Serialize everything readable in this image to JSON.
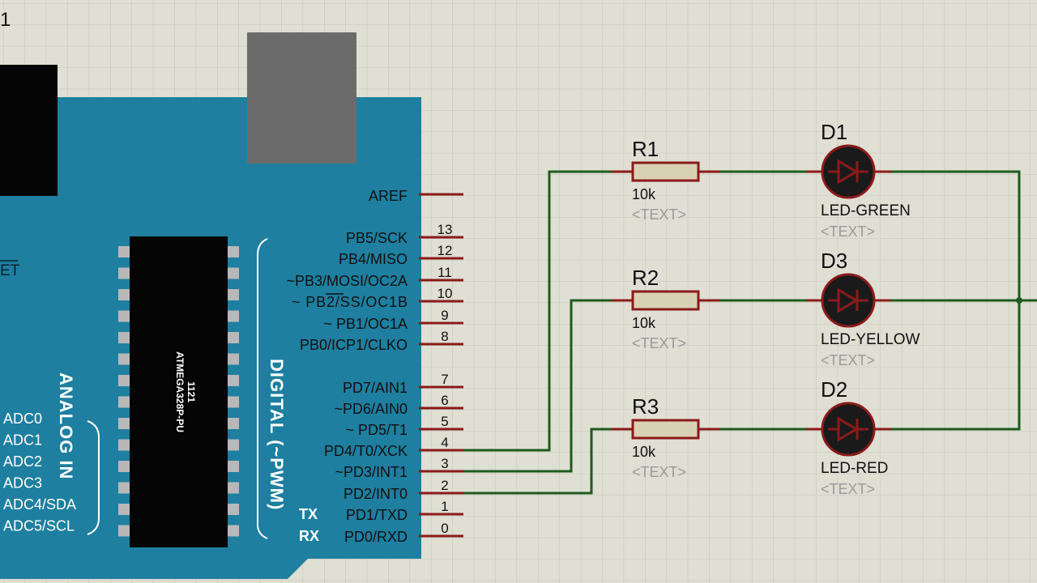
{
  "sheet": {
    "label": "1"
  },
  "board": {
    "chip_label": "ATMEGA328P-PU",
    "chip_code": "1121",
    "reset_fragment": "ET",
    "digital_label": "DIGITAL (~PWM)",
    "analog_label": "ANALOG IN",
    "aref": "AREF",
    "digital_pins": [
      {
        "name": "PB5/SCK",
        "num": "13"
      },
      {
        "name": "PB4/MISO",
        "num": "12"
      },
      {
        "name": "~PB3/MOSI/OC2A",
        "num": "11"
      },
      {
        "name": "~ PB2/SS/OC1B",
        "num": "10"
      },
      {
        "name": "~ PB1/OC1A",
        "num": "9"
      },
      {
        "name": "PB0/ICP1/CLKO",
        "num": "8"
      },
      {
        "name": "PD7/AIN1",
        "num": "7"
      },
      {
        "name": "~PD6/AIN0",
        "num": "6"
      },
      {
        "name": "~    PD5/T1",
        "num": "5"
      },
      {
        "name": "PD4/T0/XCK",
        "num": "4"
      },
      {
        "name": "~PD3/INT1",
        "num": "3"
      },
      {
        "name": "PD2/INT0",
        "num": "2"
      },
      {
        "name": "PD1/TXD",
        "num": "1"
      },
      {
        "name": "PD0/RXD",
        "num": "0"
      }
    ],
    "tx_label": "TX",
    "rx_label": "RX",
    "analog_pins": [
      "ADC0",
      "ADC1",
      "ADC2",
      "ADC3",
      "ADC4/SDA",
      "ADC5/SCL"
    ]
  },
  "resistors": [
    {
      "ref": "R1",
      "value": "10k",
      "text": "<TEXT>"
    },
    {
      "ref": "R2",
      "value": "10k",
      "text": "<TEXT>"
    },
    {
      "ref": "R3",
      "value": "10k",
      "text": "<TEXT>"
    }
  ],
  "leds": [
    {
      "ref": "D1",
      "part": "LED-GREEN",
      "text": "<TEXT>"
    },
    {
      "ref": "D3",
      "part": "LED-YELLOW",
      "text": "<TEXT>"
    },
    {
      "ref": "D2",
      "part": "LED-RED",
      "text": "<TEXT>"
    }
  ],
  "colors": {
    "background": "#dfdfd4",
    "grid": "#c4c4b8",
    "board": "#1e7fa0",
    "pin": "#8b1a1a",
    "wire": "#1e5b1e",
    "resistor_body": "#d9d1b4",
    "led_body": "#1a1a1a",
    "component_outline": "#8b1a1a",
    "placeholder_text": "#9a9a9a"
  }
}
